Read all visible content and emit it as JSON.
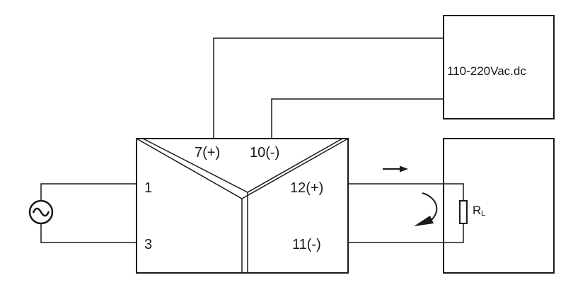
{
  "terminals": {
    "t1": "1",
    "t3": "3",
    "t7": "7(+)",
    "t10": "10(-)",
    "t12": "12(+)",
    "t11": "11(-)"
  },
  "power_supply": {
    "label": "110-220Vac.dc"
  },
  "load": {
    "label_main": "R",
    "label_sub": "L"
  },
  "icons": {
    "source": "ac-source-icon",
    "arrow": "current-arrow-icon",
    "loop": "current-loop-arrow-icon"
  }
}
